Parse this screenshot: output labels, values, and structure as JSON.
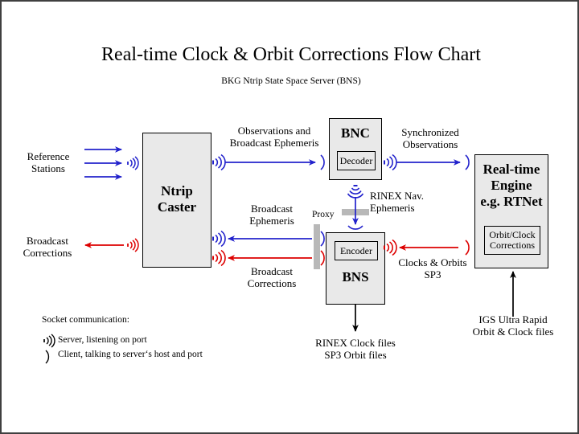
{
  "page": {
    "title": "Real-time Clock & Orbit Corrections Flow Chart",
    "subtitle": "BKG Ntrip State Space Server  (BNS)",
    "border_color": "#404040",
    "box_fill": "#e9e9e9",
    "colors": {
      "blue": "#2222cc",
      "red": "#dd0000",
      "black": "#000000",
      "proxy_gray": "#b8b8b8"
    }
  },
  "boxes": {
    "ntrip_caster": {
      "title": "Ntrip\nCaster",
      "line1": "Ntrip",
      "line2": "Caster"
    },
    "bnc": {
      "title": "BNC",
      "sub": "Decoder"
    },
    "bns": {
      "title": "BNS",
      "sub": "Encoder"
    },
    "rt_engine": {
      "line1": "Real-time",
      "line2": "Engine",
      "line3": "e.g. RTNet",
      "sub_line1": "Orbit/Clock",
      "sub_line2": "Corrections"
    }
  },
  "labels": {
    "reference_stations_l1": "Reference",
    "reference_stations_l2": "Stations",
    "broadcast_corrections_left_l1": "Broadcast",
    "broadcast_corrections_left_l2": "Corrections",
    "observations_l1": "Observations and",
    "observations_l2": "Broadcast Ephemeris",
    "synchronized_l1": "Synchronized",
    "synchronized_l2": "Observations",
    "broadcast_ephemeris_l1": "Broadcast",
    "broadcast_ephemeris_l2": "Ephemeris",
    "broadcast_corrections_mid_l1": "Broadcast",
    "broadcast_corrections_mid_l2": "Corrections",
    "proxy": "Proxy",
    "rinex_nav_l1": "RINEX Nav.",
    "rinex_nav_l2": "Ephemeris",
    "clocks_orbits_l1": "Clocks & Orbits",
    "clocks_orbits_l2": "SP3",
    "rinex_clock_files_l1": "RINEX Clock files",
    "rinex_clock_files_l2": "SP3 Orbit files",
    "igs_l1": "IGS Ultra Rapid",
    "igs_l2": "Orbit & Clock files"
  },
  "legend": {
    "heading": "Socket communication:",
    "server": "Server,  listening on port",
    "client": "Client, talking to server‘s host and port"
  }
}
